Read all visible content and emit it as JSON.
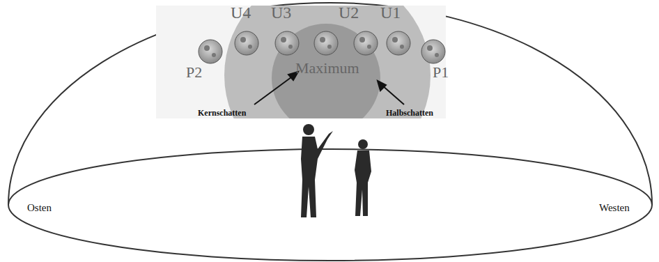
{
  "diagram": {
    "labels": [
      "U4",
      "U3",
      "U2",
      "U1",
      "Maximum",
      "P2",
      "P1",
      "Kernschatten",
      "Halbschatten",
      "Osten",
      "Westen"
    ]
  }
}
